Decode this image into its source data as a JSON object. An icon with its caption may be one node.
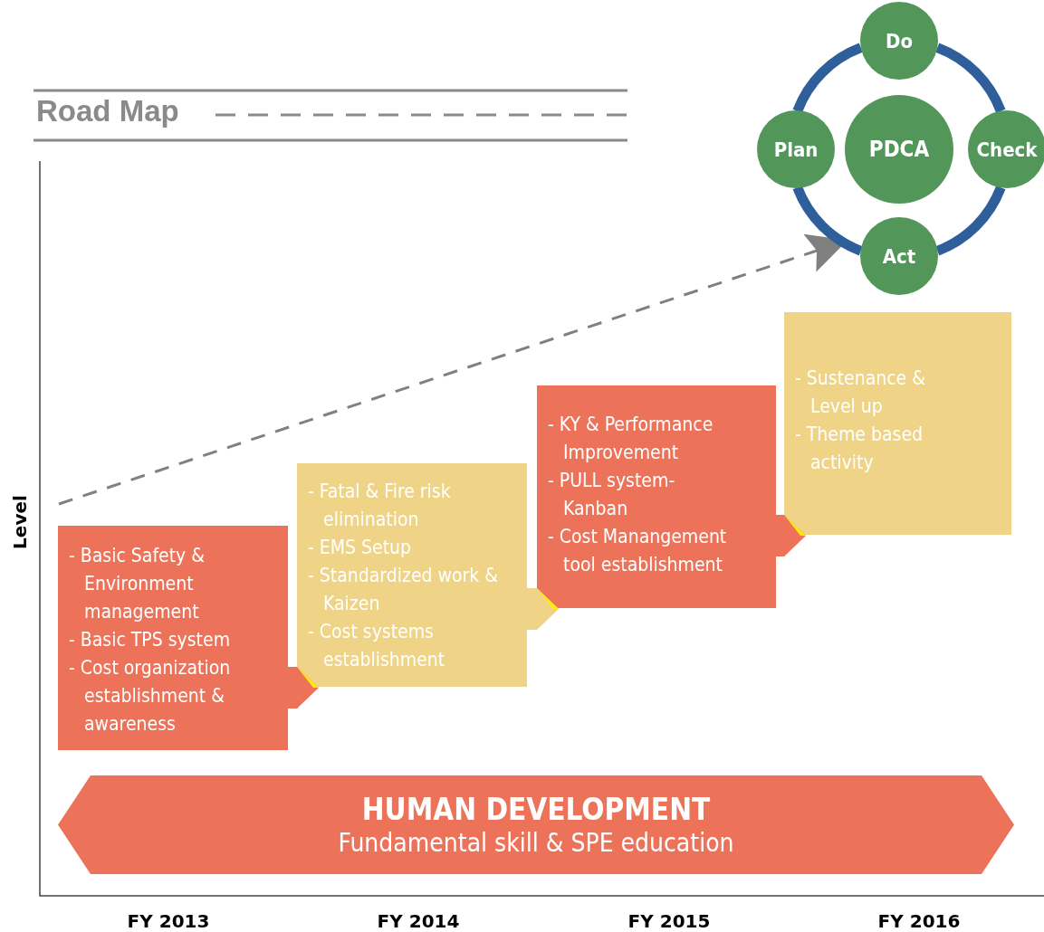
{
  "diagram": {
    "title": "Road Map",
    "nodes": [
      {
        "text": [
          "- Basic Safety & Environment management",
          "- Basic TPS system",
          "- Cost organization establishment & awareness"
        ]
      },
      {
        "text": [
          "- Fatal & Fire risk elimination",
          "- EMS Setup",
          "- Standardized work & Kaizen",
          "- Cost systems establishment"
        ]
      },
      {
        "text": [
          "- KY & Performance Improvement",
          "- PULL system- Kanban",
          "- Cost Manangement tool establishment"
        ]
      },
      {
        "text": [
          "- Sustenance & Level up",
          "- Theme based activity"
        ]
      },
      {
        "text": [
          "HUMAN DEVELOPMENT",
          "Fundamental skill & SPE education"
        ]
      },
      {
        "text": [
          "Do"
        ]
      },
      {
        "text": [
          "Plan"
        ]
      },
      {
        "text": [
          "PDCA"
        ]
      },
      {
        "text": [
          "Check"
        ]
      },
      {
        "text": [
          "Act"
        ]
      }
    ],
    "edges": [
      {
        "from": 0,
        "to": 1,
        "arrow": "to"
      },
      {
        "from": 1,
        "to": 2,
        "arrow": "to"
      },
      {
        "from": 2,
        "to": 3,
        "arrow": "to"
      },
      {
        "from": null,
        "to": 9,
        "arrow": "to",
        "style": "dashed",
        "color": "#808080"
      },
      {
        "from": 5,
        "to": 8,
        "arrow": "none",
        "color": "#2e5f9a"
      },
      {
        "from": 8,
        "to": 9,
        "arrow": "none",
        "color": "#2e5f9a"
      },
      {
        "from": 9,
        "to": 6,
        "arrow": "none",
        "color": "#2e5f9a"
      },
      {
        "from": 6,
        "to": 5,
        "arrow": "none",
        "color": "#2e5f9a"
      }
    ],
    "labels": [
      "Level",
      "FY 2013",
      "FY 2014",
      "FY 2015",
      "FY 2016"
    ]
  }
}
